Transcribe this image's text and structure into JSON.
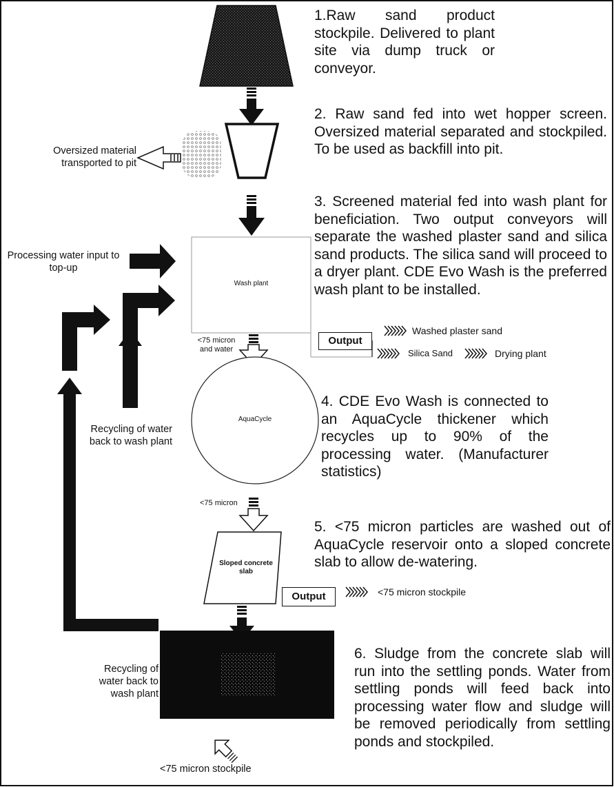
{
  "steps": {
    "s1": "1.Raw sand product stockpile. Delivered to plant site via dump truck or conveyor.",
    "s2": "2. Raw sand fed into wet hopper screen. Oversized material separated and stockpiled. To be used as backfill into pit.",
    "s3": "3. Screened material fed into wash plant for beneficiation. Two output conveyors will separate the washed plaster sand and silica sand products. The silica sand will proceed to a dryer plant. CDE Evo Wash is the preferred wash plant to be installed.",
    "s4": "4. CDE Evo Wash is connected to an AquaCycle thickener which recycles up to 90% of the processing water. (Manufacturer statistics)",
    "s5": "5. <75 micron particles are washed out of AquaCycle reservoir onto a sloped concrete slab to allow de-watering.",
    "s6": "6. Sludge from the concrete slab will run into the settling ponds. Water from settling ponds will feed back into processing water flow and sludge will be removed periodically from settling ponds and stockpiled."
  },
  "labels": {
    "oversized": "Oversized material transported to pit",
    "processing_water": "Processing water input to top-up",
    "recycling_1": "Recycling of water back to wash plant",
    "recycling_2": "Recycling of water back to wash plant",
    "wash_plant": "Wash plant",
    "aquacycle": "AquaCycle",
    "sloped_slab": "Sloped concrete slab",
    "micron_water": "<75 micron and water",
    "micron": "<75 micron",
    "output_1": "Output",
    "output_2": "Output",
    "washed_plaster": "Washed plaster sand",
    "silica_sand": "Silica Sand",
    "drying_plant": "Drying plant",
    "stockpile_1": "<75 micron stockpile",
    "stockpile_2": "<75 micron stockpile"
  },
  "colors": {
    "ink": "#111111",
    "pond": "#0c0c0c"
  }
}
